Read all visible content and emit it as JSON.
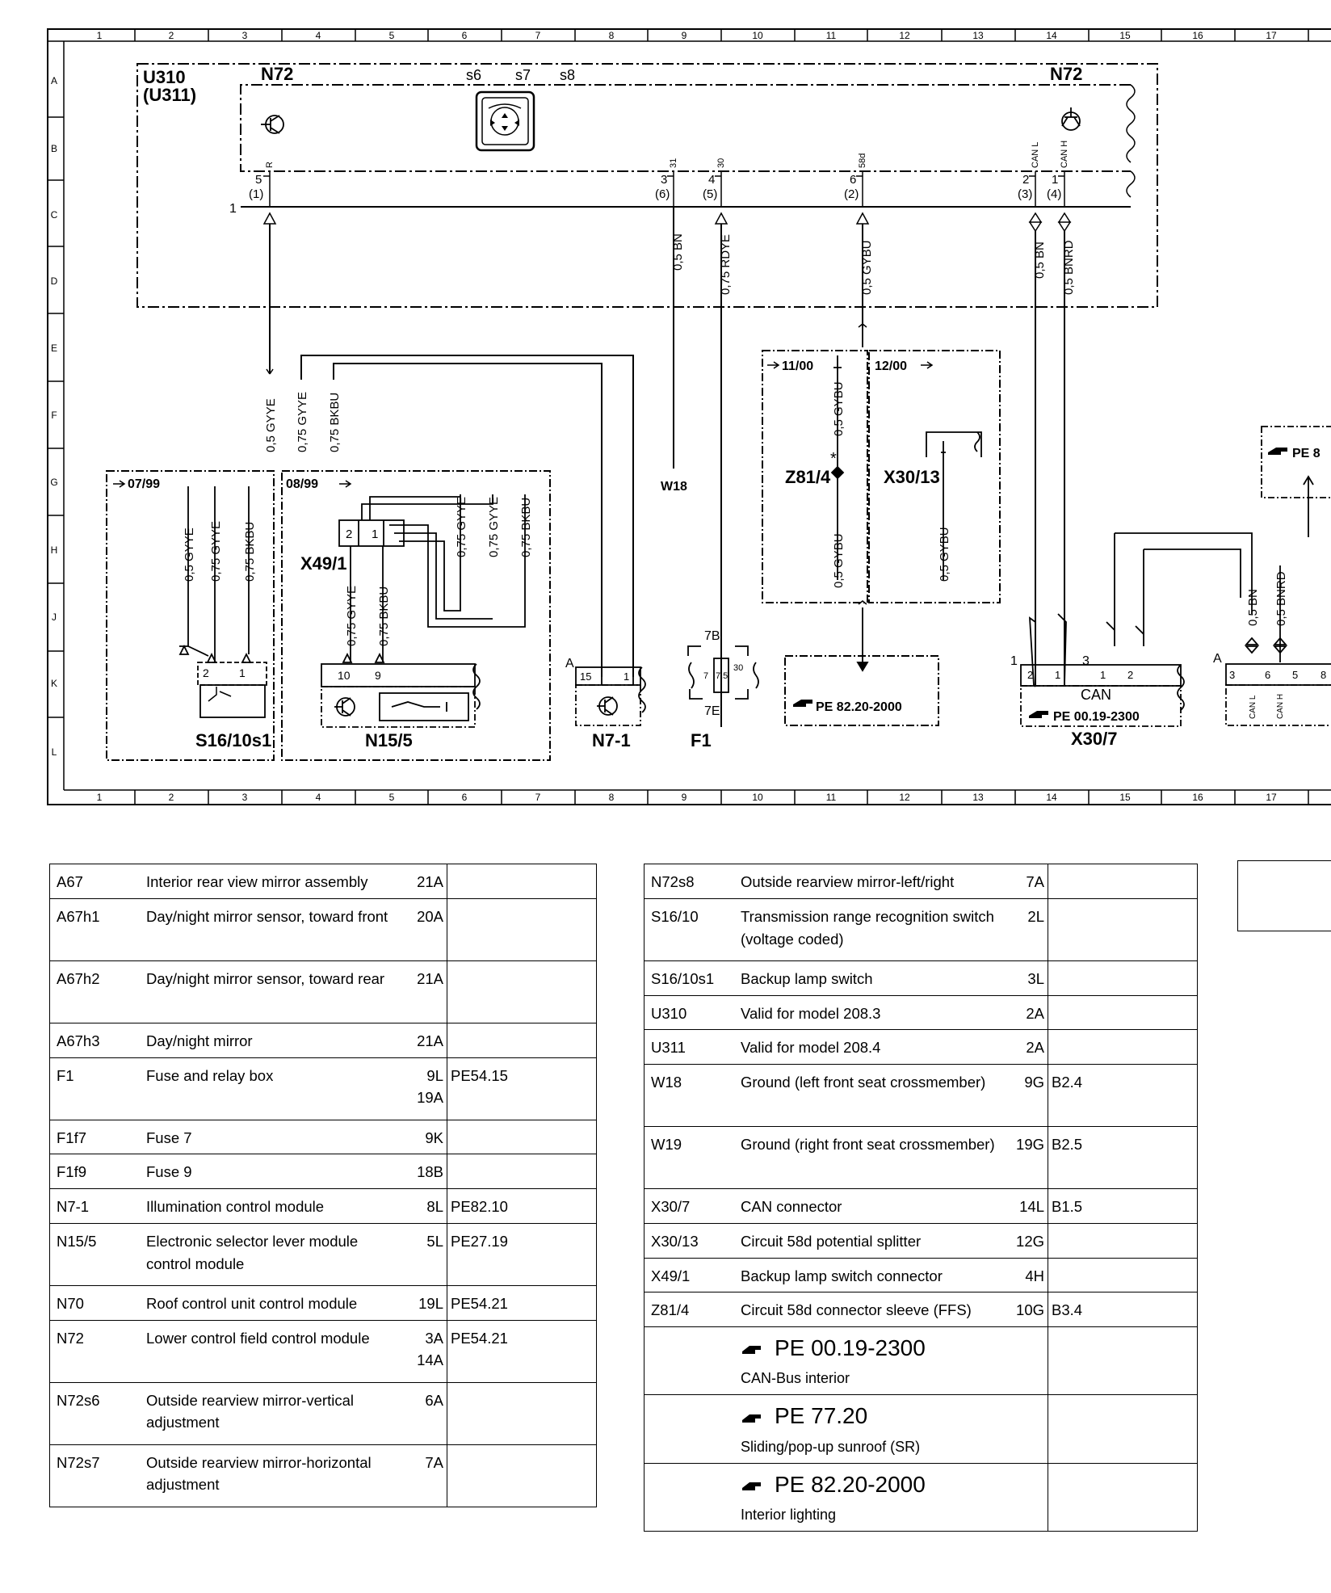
{
  "grid": {
    "columns": [
      "1",
      "2",
      "3",
      "4",
      "5",
      "6",
      "7",
      "8",
      "9",
      "10",
      "11",
      "12",
      "13",
      "14",
      "15",
      "16",
      "17"
    ],
    "rows": [
      "A",
      "B",
      "C",
      "D",
      "E",
      "F",
      "G",
      "H",
      "J",
      "K",
      "L"
    ]
  },
  "diagram": {
    "variant_label_1": "U310",
    "variant_label_2": "(U311)",
    "n72_left": "N72",
    "n72_right": "N72",
    "switch_s6": "s6",
    "switch_s7": "s7",
    "switch_s8": "s8",
    "connector_1": "1",
    "pins": [
      {
        "pin": "5",
        "alt": "(1)",
        "term": "R"
      },
      {
        "pin": "3",
        "alt": "(6)",
        "term": "31"
      },
      {
        "pin": "4",
        "alt": "(5)",
        "term": "30"
      },
      {
        "pin": "6",
        "alt": "(2)",
        "term": "58d"
      },
      {
        "pin": "2",
        "alt": "(3)",
        "term": "CAN L"
      },
      {
        "pin": "1",
        "alt": "(4)",
        "term": "CAN H"
      }
    ],
    "wires": {
      "w_n72_r": "0,5 GYYE",
      "w_gyye075": "0,75 GYYE",
      "w_bkbu075": "0,75 BKBU",
      "w_bn": "0,5 BN",
      "w_rdye": "0,75 RDYE",
      "w_gybu": "0,5 GYBU",
      "w_can_bn": "0,5 BN",
      "w_can_bnrd": "0,5 BNRD",
      "w_s16_1": "0,5 GYYE",
      "w_s16_2": "0,75 GYYE",
      "w_s16_3": "0,75 BKBU",
      "w_n15_1": "0,75 GYYE",
      "w_n15_2": "0,75 BKBU",
      "w_x49_1": "0,75 GYYE",
      "w_x49_2": "0,75 GYYE",
      "w_x49_3": "0,75 BKBU",
      "w_z81_top": "0,5 GYBU",
      "w_z81_bot": "0,5 GYBU",
      "w_x30_13": "0,5 GYBU",
      "w_x30_7_bn": "0,5 BN",
      "w_x30_7_bnrd": "0,5 BNRD"
    },
    "date_0799": "07/99",
    "date_0899": "08/99",
    "date_1100": "11/00",
    "date_1200": "12/00",
    "comp_s16": "S16/10s1",
    "comp_x49": "X49/1",
    "comp_n15": "N15/5",
    "comp_n71": "N7-1",
    "comp_f1": "F1",
    "comp_w18": "W18",
    "comp_z81": "Z81/4",
    "comp_x3013": "X30/13",
    "comp_x307": "X30/7",
    "f1_7b": "7B",
    "f1_7e": "7E",
    "f1_pin7": "7",
    "f1_75": "7.5",
    "f1_30": "30",
    "pe_8220": "PE 82.20-2000",
    "pe_0019": "PE 00.19-2300",
    "pe_cut": "PE 8",
    "can_label": "CAN",
    "x307_pin_a": "1",
    "x307_pin_b": "2",
    "x307_pin_c": "1",
    "x307_pin_d": "3",
    "x307_pin_e": "1",
    "x307_pin_f": "2",
    "n71_a": "A",
    "n71_pin15": "15",
    "n71_pin1": "1",
    "s16_pin2": "2",
    "s16_pin1": "1",
    "x49_pin2": "2",
    "x49_pin1": "1",
    "n15_pin10": "10",
    "n15_pin9": "9",
    "right_a": "A",
    "right_3": "3",
    "right_6": "6",
    "right_5": "5",
    "right_8": "8",
    "right_canl": "CAN L",
    "right_canh": "CAN H"
  },
  "legend_left": [
    {
      "code": "A67",
      "desc": "Interior rear view mirror assembly",
      "loc": "21A",
      "ref": ""
    },
    {
      "code": "A67h1",
      "desc": "Day/night mirror sensor, toward front",
      "loc": "20A",
      "ref": ""
    },
    {
      "code": "A67h2",
      "desc": "Day/night mirror sensor, toward rear",
      "loc": "21A",
      "ref": ""
    },
    {
      "code": "A67h3",
      "desc": "Day/night mirror",
      "loc": "21A",
      "ref": ""
    },
    {
      "code": "F1",
      "desc": "Fuse and relay box",
      "loc": "9L\n19A",
      "ref": "PE54.15"
    },
    {
      "code": "F1f7",
      "desc": "Fuse 7",
      "loc": "9K",
      "ref": ""
    },
    {
      "code": "F1f9",
      "desc": "Fuse 9",
      "loc": "18B",
      "ref": ""
    },
    {
      "code": "N7-1",
      "desc": "Illumination control module",
      "loc": "8L",
      "ref": "PE82.10"
    },
    {
      "code": "N15/5",
      "desc": "Electronic selector lever module control module",
      "loc": "5L",
      "ref": "PE27.19"
    },
    {
      "code": "N70",
      "desc": "Roof control unit control module",
      "loc": "19L",
      "ref": "PE54.21"
    },
    {
      "code": "N72",
      "desc": "Lower control field control module",
      "loc": "3A\n14A",
      "ref": "PE54.21"
    },
    {
      "code": "N72s6",
      "desc": "Outside rearview mirror-vertical adjustment",
      "loc": "6A",
      "ref": ""
    },
    {
      "code": "N72s7",
      "desc": "Outside rearview mirror-horizontal adjustment",
      "loc": "7A",
      "ref": ""
    }
  ],
  "legend_right": [
    {
      "code": "N72s8",
      "desc": "Outside rearview mirror-left/right",
      "loc": "7A",
      "ref": ""
    },
    {
      "code": "S16/10",
      "desc": "Transmission range recognition switch (voltage coded)",
      "loc": "2L",
      "ref": ""
    },
    {
      "code": "S16/10s1",
      "desc": "Backup lamp switch",
      "loc": "3L",
      "ref": ""
    },
    {
      "code": "U310",
      "desc": "Valid for model 208.3",
      "loc": "2A",
      "ref": ""
    },
    {
      "code": "U311",
      "desc": "Valid for model 208.4",
      "loc": "2A",
      "ref": ""
    },
    {
      "code": "W18",
      "desc": "Ground (left front seat crossmember)",
      "loc": "9G",
      "ref": "B2.4"
    },
    {
      "code": "W19",
      "desc": "Ground (right front seat crossmember)",
      "loc": "19G",
      "ref": "B2.5"
    },
    {
      "code": "X30/7",
      "desc": "CAN connector",
      "loc": "14L",
      "ref": "B1.5"
    },
    {
      "code": "X30/13",
      "desc": "Circuit 58d potential splitter",
      "loc": "12G",
      "ref": ""
    },
    {
      "code": "X49/1",
      "desc": "Backup lamp switch connector",
      "loc": "4H",
      "ref": ""
    },
    {
      "code": "Z81/4",
      "desc": "Circuit 58d connector sleeve (FFS)",
      "loc": "10G",
      "ref": "B3.4"
    }
  ],
  "xrefs": [
    {
      "title": "PE 00.19-2300",
      "sub": "CAN-Bus interior"
    },
    {
      "title": "PE 77.20",
      "sub": "Sliding/pop-up sunroof (SR)"
    },
    {
      "title": "PE 82.20-2000",
      "sub": "Interior lighting"
    }
  ]
}
